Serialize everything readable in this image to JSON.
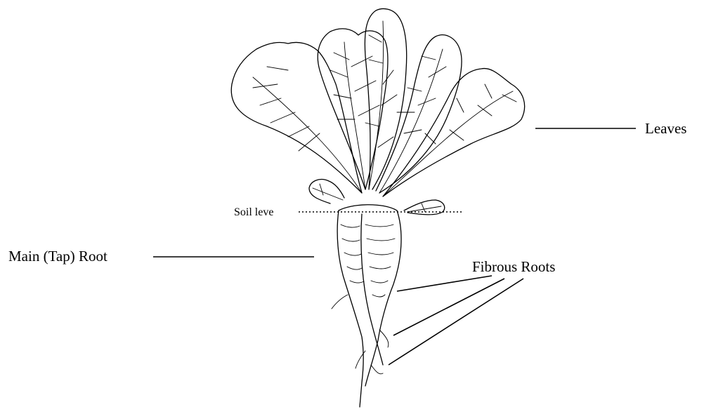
{
  "diagram": {
    "labels": {
      "leaves": "Leaves",
      "soil_level": "Soil leve",
      "main_root": "Main (Tap) Root",
      "fibrous_roots": "Fibrous Roots"
    }
  },
  "colors": {
    "ink": "#000000",
    "background": "#ffffff"
  }
}
